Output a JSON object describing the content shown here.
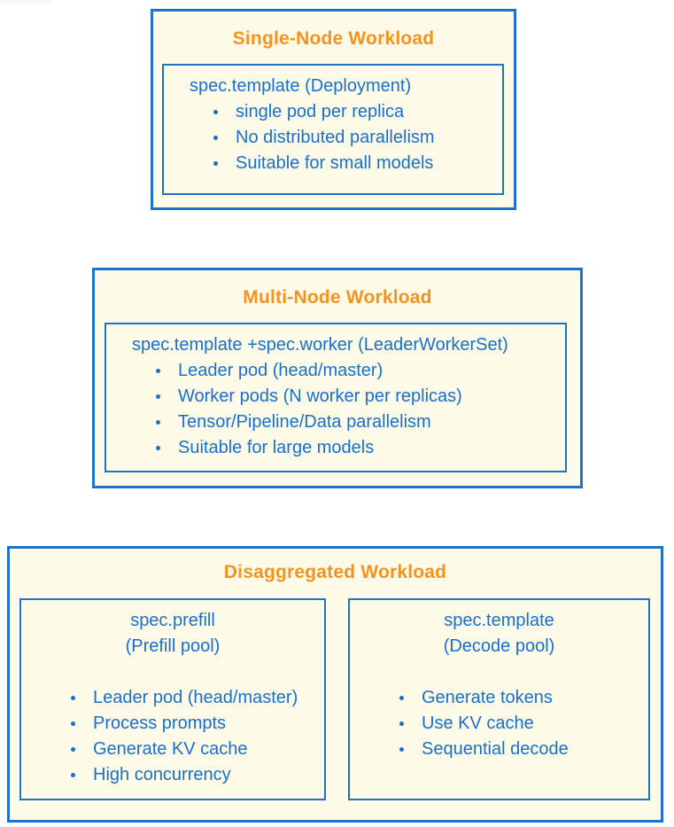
{
  "colors": {
    "title_orange": "#F6921E",
    "text_blue": "#1A6FC9",
    "border_blue": "#1E73C8",
    "box_bg": "#FDFAE8",
    "page_bg": "#FFFFFF"
  },
  "boxes": [
    {
      "title": "Single-Node Workload",
      "sections": [
        {
          "header_lines": [
            "spec.template (Deployment)"
          ],
          "bullets": [
            "single pod per replica",
            "No distributed parallelism",
            "Suitable for small models"
          ]
        }
      ]
    },
    {
      "title": "Multi-Node Workload",
      "sections": [
        {
          "header_lines": [
            "spec.template +spec.worker (LeaderWorkerSet)"
          ],
          "bullets": [
            "Leader pod (head/master)",
            "Worker pods (N worker per replicas)",
            "Tensor/Pipeline/Data parallelism",
            "Suitable for large models"
          ]
        }
      ]
    },
    {
      "title": "Disaggregated Workload",
      "sections": [
        {
          "header_lines": [
            "spec.prefill",
            "(Prefill pool)"
          ],
          "bullets": [
            "Leader pod (head/master)",
            "Process prompts",
            "Generate KV cache",
            "High concurrency"
          ]
        },
        {
          "header_lines": [
            "spec.template",
            "(Decode pool)"
          ],
          "bullets": [
            "Generate tokens",
            "Use KV cache",
            "Sequential decode"
          ]
        }
      ]
    }
  ]
}
